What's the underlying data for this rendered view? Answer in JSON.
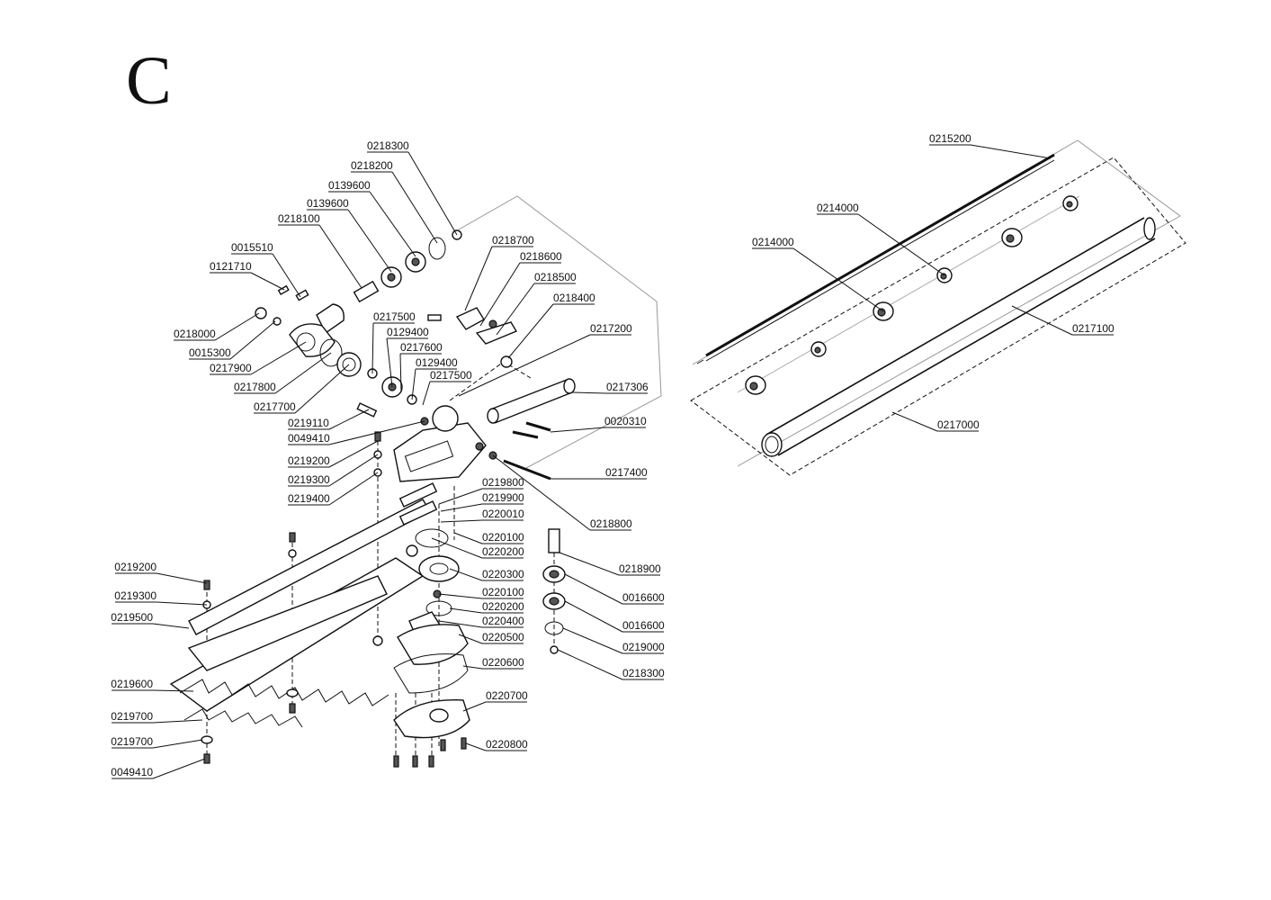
{
  "diagram": {
    "section_letter": "C",
    "part_labels": [
      {
        "id": "p1",
        "text": "0218300"
      },
      {
        "id": "p2",
        "text": "0218200"
      },
      {
        "id": "p3",
        "text": "0139600"
      },
      {
        "id": "p4",
        "text": "0139600"
      },
      {
        "id": "p5",
        "text": "0218100"
      },
      {
        "id": "p6",
        "text": "0015510"
      },
      {
        "id": "p7",
        "text": "0121710"
      },
      {
        "id": "p8",
        "text": "0218000"
      },
      {
        "id": "p9",
        "text": "0015300"
      },
      {
        "id": "p10",
        "text": "0217900"
      },
      {
        "id": "p11",
        "text": "0217800"
      },
      {
        "id": "p12",
        "text": "0217700"
      },
      {
        "id": "p13",
        "text": "0219110"
      },
      {
        "id": "p14",
        "text": "0049410"
      },
      {
        "id": "p15",
        "text": "0219200"
      },
      {
        "id": "p16",
        "text": "0219300"
      },
      {
        "id": "p17",
        "text": "0219400"
      },
      {
        "id": "p18",
        "text": "0217500"
      },
      {
        "id": "p19",
        "text": "0129400"
      },
      {
        "id": "p20",
        "text": "0217600"
      },
      {
        "id": "p21",
        "text": "0129400"
      },
      {
        "id": "p22",
        "text": "0217500"
      },
      {
        "id": "p23",
        "text": "0218700"
      },
      {
        "id": "p24",
        "text": "0218600"
      },
      {
        "id": "p25",
        "text": "0218500"
      },
      {
        "id": "p26",
        "text": "0218400"
      },
      {
        "id": "p27",
        "text": "0217200"
      },
      {
        "id": "p28",
        "text": "0217306"
      },
      {
        "id": "p29",
        "text": "0020310"
      },
      {
        "id": "p30",
        "text": "0217400"
      },
      {
        "id": "p31",
        "text": "0218800"
      },
      {
        "id": "p32",
        "text": "0219800"
      },
      {
        "id": "p33",
        "text": "0219900"
      },
      {
        "id": "p34",
        "text": "0220010"
      },
      {
        "id": "p35",
        "text": "0220100"
      },
      {
        "id": "p36",
        "text": "0220200"
      },
      {
        "id": "p37",
        "text": "0220300"
      },
      {
        "id": "p38",
        "text": "0220100"
      },
      {
        "id": "p39",
        "text": "0220200"
      },
      {
        "id": "p40",
        "text": "0220400"
      },
      {
        "id": "p41",
        "text": "0220500"
      },
      {
        "id": "p42",
        "text": "0220600"
      },
      {
        "id": "p43",
        "text": "0220700"
      },
      {
        "id": "p44",
        "text": "0220800"
      },
      {
        "id": "p45",
        "text": "0218900"
      },
      {
        "id": "p46",
        "text": "0016600"
      },
      {
        "id": "p47",
        "text": "0016600"
      },
      {
        "id": "p48",
        "text": "0219000"
      },
      {
        "id": "p49",
        "text": "0218300"
      },
      {
        "id": "p50",
        "text": "0219200"
      },
      {
        "id": "p51",
        "text": "0219300"
      },
      {
        "id": "p52",
        "text": "0219500"
      },
      {
        "id": "p53",
        "text": "0219600"
      },
      {
        "id": "p54",
        "text": "0219700"
      },
      {
        "id": "p55",
        "text": "0219700"
      },
      {
        "id": "p56",
        "text": "0049410"
      },
      {
        "id": "p57",
        "text": "0215200"
      },
      {
        "id": "p58",
        "text": "0214000"
      },
      {
        "id": "p59",
        "text": "0214000"
      },
      {
        "id": "p60",
        "text": "0217100"
      },
      {
        "id": "p61",
        "text": "0217000"
      }
    ]
  }
}
